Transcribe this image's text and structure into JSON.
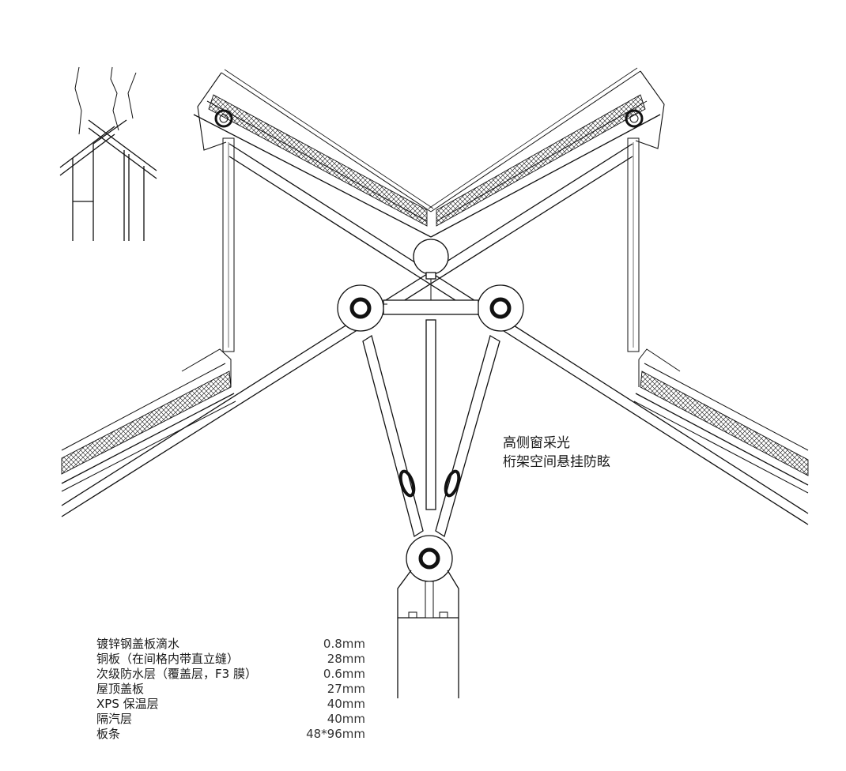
{
  "annotation": {
    "line1": "高侧窗采光",
    "line2": "桁架空间悬挂防眩"
  },
  "layers": [
    {
      "name": "镀锌钢盖板滴水",
      "value": "0.8mm"
    },
    {
      "name": "铜板（在间格内带直立缝）",
      "value": "28mm"
    },
    {
      "name": "次级防水层（覆盖层，F3 膜）",
      "value": "0.6mm"
    },
    {
      "name": "屋顶盖板",
      "value": "27mm"
    },
    {
      "name": "XPS 保温层",
      "value": "40mm"
    },
    {
      "name": "隔汽层",
      "value": "40mm"
    },
    {
      "name": "板条",
      "value": "48*96mm"
    }
  ],
  "colors": {
    "line": "#111111",
    "background": "#ffffff"
  }
}
